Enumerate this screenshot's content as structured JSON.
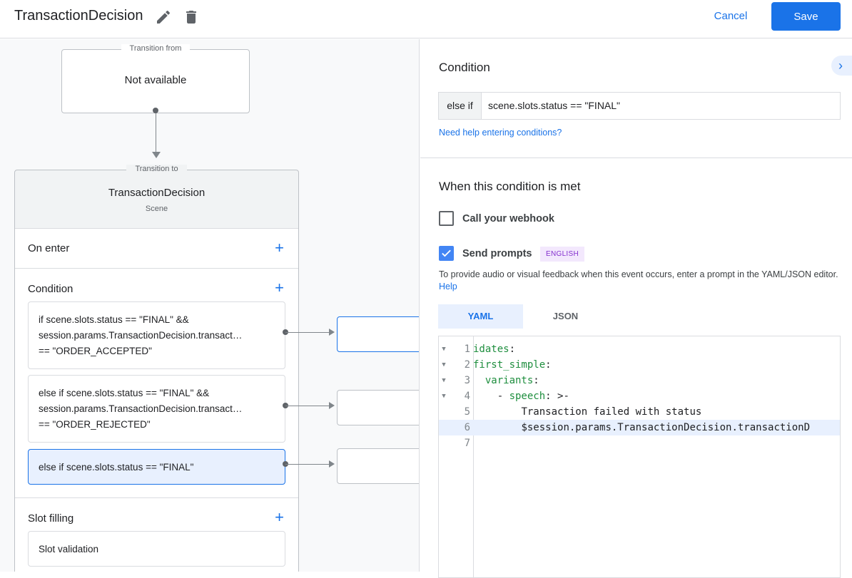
{
  "header": {
    "title": "TransactionDecision",
    "cancel_label": "Cancel",
    "save_label": "Save"
  },
  "canvas": {
    "transition_from": {
      "legend": "Transition from",
      "value": "Not available"
    },
    "scene": {
      "legend": "Transition to",
      "name": "TransactionDecision",
      "type": "Scene",
      "on_enter": "On enter",
      "condition": "Condition",
      "conditions": [
        {
          "lines": [
            "if scene.slots.status == \"FINAL\" &&",
            "session.params.TransactionDecision.transact…",
            "== \"ORDER_ACCEPTED\""
          ]
        },
        {
          "lines": [
            "else if scene.slots.status == \"FINAL\" &&",
            "session.params.TransactionDecision.transact…",
            "== \"ORDER_REJECTED\""
          ]
        },
        {
          "lines": [
            "else if scene.slots.status == \"FINAL\""
          ]
        }
      ],
      "slot_filling": "Slot filling",
      "slot_validation": "Slot validation"
    }
  },
  "panel": {
    "condition_title": "Condition",
    "prefix": "else if",
    "condition_value": "scene.slots.status == \"FINAL\"",
    "help_link": "Need help entering conditions?",
    "met_title": "When this condition is met",
    "webhook_label": "Call your webhook",
    "webhook_checked": false,
    "prompts_label": "Send prompts",
    "prompts_checked": true,
    "language_badge": "ENGLISH",
    "description": "To provide audio or visual feedback when this event occurs, enter a prompt in the YAML/JSON editor.",
    "description_link": "Help",
    "tabs": [
      {
        "label": "YAML",
        "active": true
      },
      {
        "label": "JSON",
        "active": false
      }
    ],
    "code_lines": [
      {
        "n": "1",
        "key": "idates",
        "rest": ":",
        "indent": "",
        "fold": true
      },
      {
        "n": "2",
        "key": "first_simple",
        "rest": ":",
        "indent": "",
        "fold": true
      },
      {
        "n": "3",
        "key": "variants",
        "rest": ":",
        "indent": "  ",
        "fold": true
      },
      {
        "n": "4",
        "key": "speech",
        "rest": ": >-",
        "indent": "    - ",
        "fold": true
      },
      {
        "n": "5",
        "key": "",
        "rest": "Transaction failed with status",
        "indent": "        ",
        "fold": false
      },
      {
        "n": "6",
        "key": "",
        "rest": "$session.params.TransactionDecision.transactionD",
        "indent": "        ",
        "fold": false,
        "highlight": true
      },
      {
        "n": "7",
        "key": "",
        "rest": "",
        "indent": "",
        "fold": false
      }
    ]
  },
  "colors": {
    "accent": "#1a73e8",
    "selected_bg": "#e8f0fe",
    "badge_bg": "#f3e8fd",
    "badge_text": "#8430ce",
    "code_key": "#1e8e3e"
  }
}
